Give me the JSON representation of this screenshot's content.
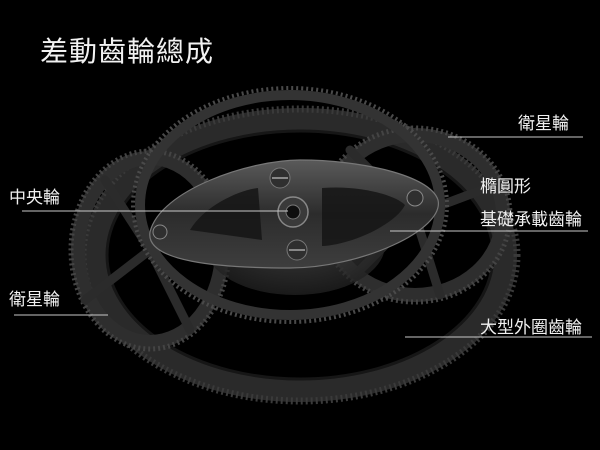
{
  "title": "差動齒輪總成",
  "labels": {
    "satellite_top": "衛星輪",
    "ellipse": "橢圓形",
    "base_bearing_gear": "基礎承載齒輪",
    "large_outer_ring_gear": "大型外圈齒輪",
    "center_wheel": "中央輪",
    "satellite_left": "衛星輪"
  }
}
